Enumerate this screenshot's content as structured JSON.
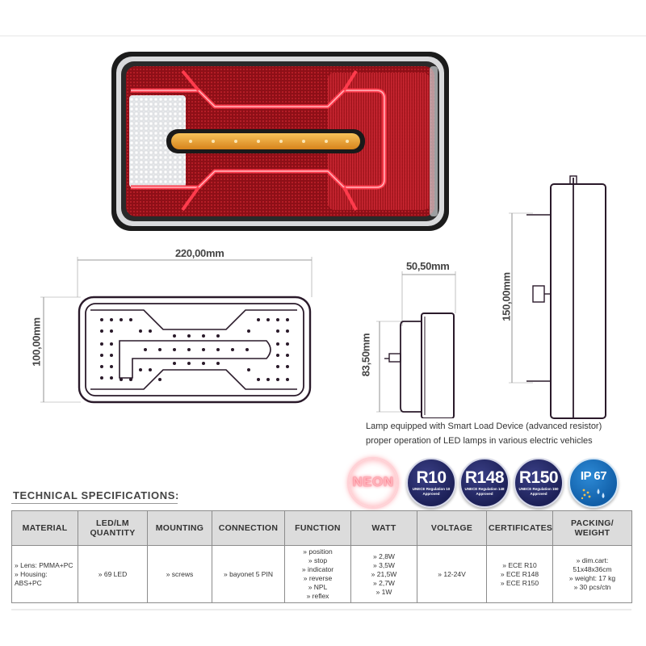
{
  "dimensions": {
    "width": "220,00mm",
    "height": "100,00mm",
    "depth": "50,50mm",
    "side_height": "83,50mm",
    "side_view_height": "150,00mm"
  },
  "note": {
    "line1": "Lamp equipped with Smart Load Device (advanced resistor)",
    "line2": "proper operation of LED lamps in various electric vehicles"
  },
  "badges": {
    "neon": "NEON",
    "r10": {
      "big": "R10",
      "small1": "UNECE Regulation 10",
      "small2": "Approved"
    },
    "r148": {
      "big": "R148",
      "small1": "UNECE Regulation 148",
      "small2": "Approved"
    },
    "r150": {
      "big": "R150",
      "small1": "UNECE Regulation 150",
      "small2": "Approved"
    },
    "ip": {
      "big": "IP 67"
    }
  },
  "spec": {
    "title": "TECHNICAL SPECIFICATIONS:",
    "headers": [
      "MATERIAL",
      "LED/LM QUANTITY",
      "MOUNTING",
      "CONNECTION",
      "FUNCTION",
      "WATT",
      "VOLTAGE",
      "CERTIFICATES",
      "PACKING/ WEIGHT"
    ],
    "material": [
      "» Lens: PMMA+PC",
      "» Housing: ABS+PC"
    ],
    "led": "» 69 LED",
    "mounting": "» screws",
    "connection": "» bayonet 5 PIN",
    "function": [
      "» position",
      "» stop",
      "» indicator",
      "» reverse",
      "» NPL",
      "» reflex"
    ],
    "watt": [
      "» 2,8W",
      "» 3,5W",
      "» 21,5W",
      "» 2,7W",
      "» 1W"
    ],
    "voltage": "» 12-24V",
    "certificates": [
      "» ECE R10",
      "» ECE R148",
      "» ECE R150"
    ],
    "packing": [
      "» dim.cart:",
      "51x48x36cm",
      "» weight: 17 kg",
      "» 30 pcs/ctn"
    ]
  },
  "colors": {
    "lamp_red": "#b3161f",
    "neon_red": "#ff3b4c",
    "amber": "#f2a229",
    "badge_navy": "#1d2158",
    "badge_blue": "#115fa8"
  }
}
